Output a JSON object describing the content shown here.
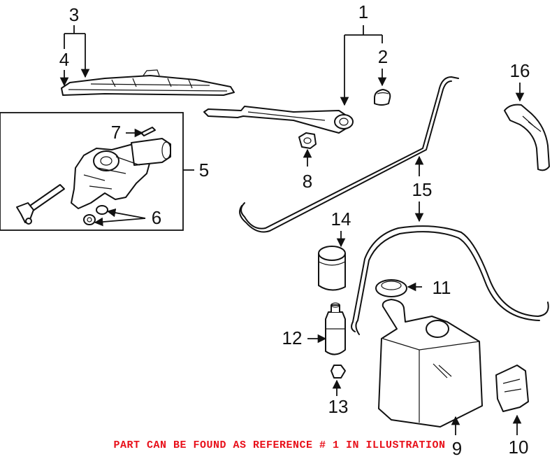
{
  "callouts": {
    "c1": "1",
    "c2": "2",
    "c3": "3",
    "c4": "4",
    "c5": "5",
    "c6": "6",
    "c7": "7",
    "c8": "8",
    "c9": "9",
    "c10": "10",
    "c11": "11",
    "c12": "12",
    "c13": "13",
    "c14": "14",
    "c15": "15",
    "c16": "16"
  },
  "notice": "PART CAN BE FOUND AS REFERENCE # 1 IN ILLUSTRATION",
  "colors": {
    "notice": "#e8101a",
    "ink": "#111111"
  }
}
